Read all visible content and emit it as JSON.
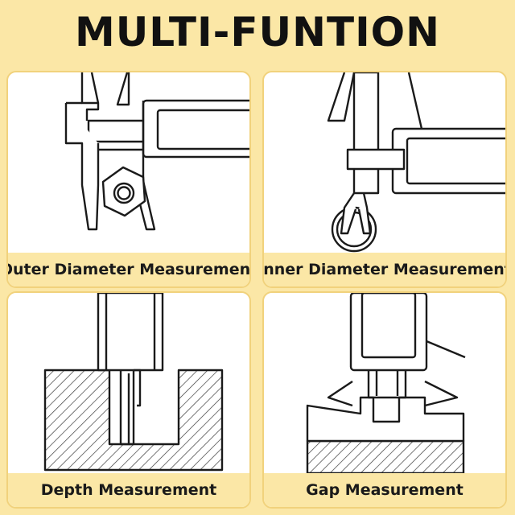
{
  "header": {
    "title": "MULTI-FUNTION"
  },
  "panels": [
    {
      "caption": "Outer Diameter Measurement",
      "icon": "outer-diameter-caliper-icon"
    },
    {
      "caption": "Inner Diameter Measurement",
      "icon": "inner-diameter-caliper-icon"
    },
    {
      "caption": "Depth Measurement",
      "icon": "depth-caliper-icon"
    },
    {
      "caption": "Gap Measurement",
      "icon": "gap-caliper-icon"
    }
  ],
  "colors": {
    "background": "#fbe7a6",
    "panel_border": "#f1d27c",
    "line": "#1a1a1a"
  }
}
